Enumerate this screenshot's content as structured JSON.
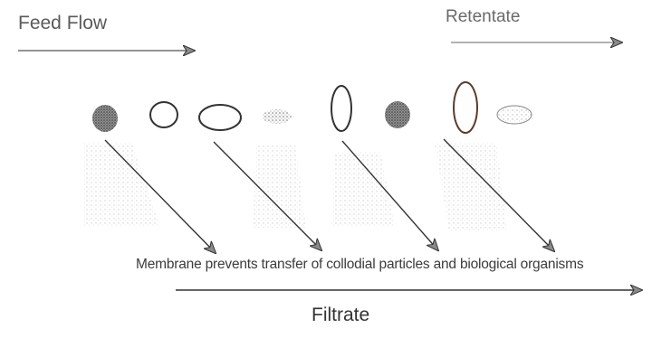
{
  "labels": {
    "feed_flow": "Feed Flow",
    "retentate": "Retentate",
    "membrane_caption": "Membrane prevents transfer of collodial particles and biological organisms",
    "filtrate": "Filtrate"
  },
  "particles": [
    {
      "kind": "stippled-dark-blob"
    },
    {
      "kind": "open-ring"
    },
    {
      "kind": "open-oval"
    },
    {
      "kind": "small-stippled-blob"
    },
    {
      "kind": "tall-open-oval"
    },
    {
      "kind": "stippled-dark-blob"
    },
    {
      "kind": "tall-open-oval"
    },
    {
      "kind": "stippled-light-oval"
    }
  ],
  "colors": {
    "line": "#3a3a3a",
    "stipple": "#8a8a8a",
    "text": "#4a4a4a"
  }
}
